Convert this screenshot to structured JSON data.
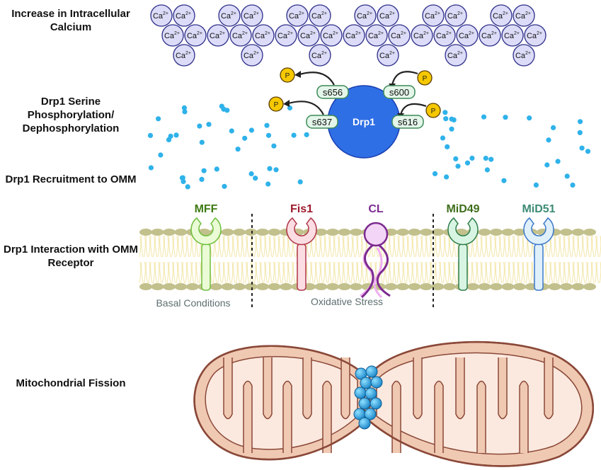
{
  "steps": [
    {
      "label": "Increase in Intracellular Calcium"
    },
    {
      "label": "Drp1 Serine Phosphorylation/ Dephosphorylation"
    },
    {
      "label": "Drp1 Recruitment to OMM"
    },
    {
      "label": "Drp1 Interaction with OMM Receptor"
    },
    {
      "label": "Mitochondrial Fission"
    }
  ],
  "calcium": {
    "ion": "Ca",
    "charge": "2+"
  },
  "drp1": {
    "label": "Drp1",
    "color": "#2f6fe6"
  },
  "sites": [
    {
      "label": "s656",
      "event": "dephosphorylation"
    },
    {
      "label": "s637",
      "event": "dephosphorylation"
    },
    {
      "label": "s600",
      "event": "phosphorylation"
    },
    {
      "label": "s616",
      "event": "phosphorylation"
    }
  ],
  "phosphate": {
    "label": "P",
    "color": "#f5c800"
  },
  "receptors": [
    {
      "label": "MFF",
      "color": "#3d7a12",
      "fill": "#eafbd6",
      "stroke": "#6fbf3a"
    },
    {
      "label": "Fis1",
      "color": "#9c1a2c",
      "fill": "#fbdde3",
      "stroke": "#b0364a"
    },
    {
      "label": "CL",
      "color": "#7d2a90",
      "fill": "#f3d6f7",
      "stroke": "#7d2a90"
    },
    {
      "label": "MiD49",
      "color": "#3d6e1a",
      "fill": "#d8f5e3",
      "stroke": "#2e7d4a"
    },
    {
      "label": "MiD51",
      "color": "#3c8a74",
      "fill": "#dff0fb",
      "stroke": "#3a78c9"
    }
  ],
  "conditions": {
    "basal": "Basal Conditions",
    "stress": "Oxidative Stress"
  }
}
